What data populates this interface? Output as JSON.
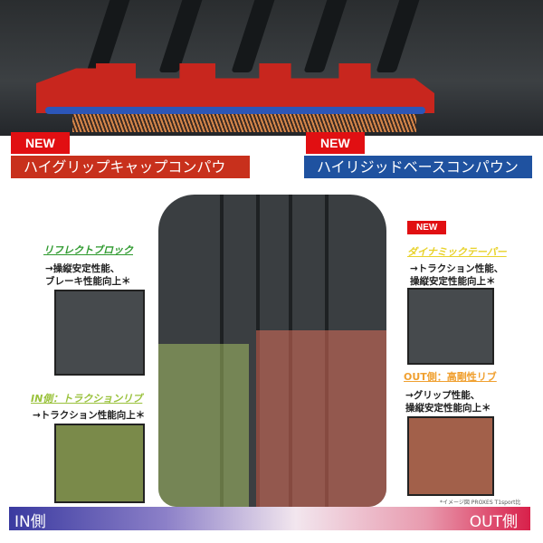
{
  "cross_section": {
    "left": {
      "badge": "NEW",
      "label": "ハイグリップキャップコンパウンド",
      "color": "#c8301c"
    },
    "right": {
      "badge": "NEW",
      "label": "ハイリジッドベースコンパウンド",
      "color": "#1f52a0"
    }
  },
  "features": {
    "reflect_block": {
      "title": "リフレクトブロック",
      "desc1": "→操縦安定性能、",
      "desc2": "ブレーキ性能向上＊",
      "color": "#2f9a2f"
    },
    "in_rib": {
      "title": "IN側：トラクションリブ",
      "desc1": "→トラクション性能向上＊",
      "color": "#9ac23c"
    },
    "dynamic_taper": {
      "badge": "NEW",
      "title": "ダイナミックテーパー",
      "desc1": "→トラクション性能、",
      "desc2": "操縦安定性能向上＊",
      "color": "#e8d22a"
    },
    "out_rib": {
      "title": "OUT側：高剛性リブ",
      "desc1": "→グリップ性能、",
      "desc2": "操縦安定性能向上＊",
      "color": "#f0a030"
    }
  },
  "footnote": "*イメージ図 PROXES T1sport比",
  "bottom_bar": {
    "left": "IN側",
    "right": "OUT側"
  }
}
